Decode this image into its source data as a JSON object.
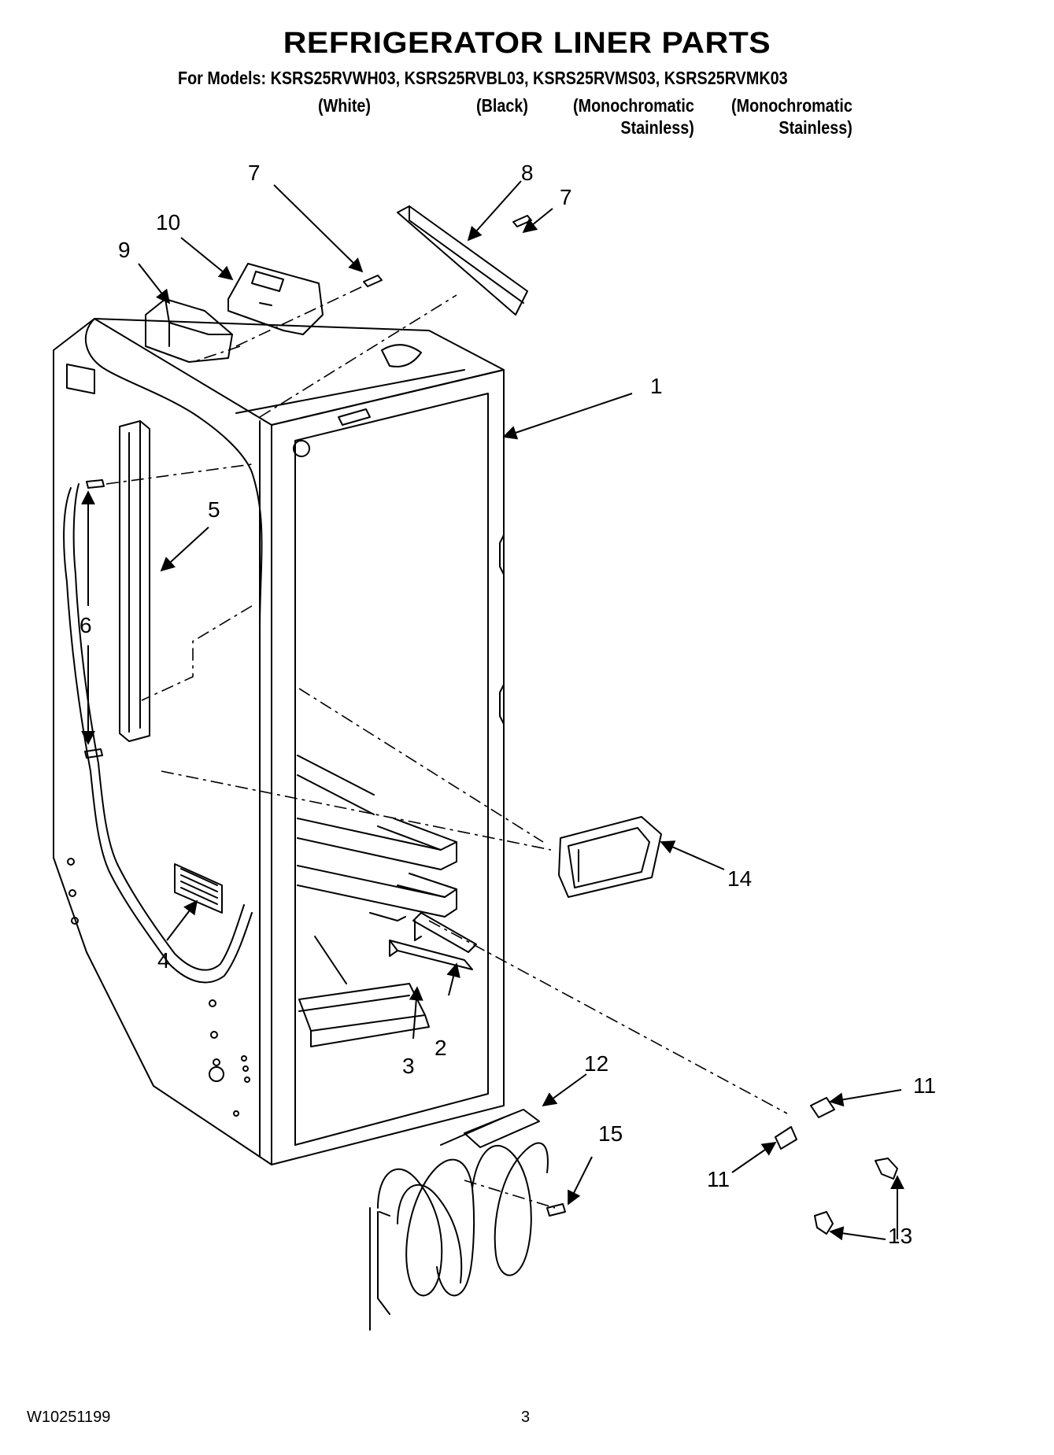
{
  "header": {
    "title": "REFRIGERATOR LINER PARTS",
    "models_line": "For Models: KSRS25RVWH03, KSRS25RVBL03, KSRS25RVMS03, KSRS25RVMK03",
    "variants": [
      {
        "line1": "(White)",
        "line2": ""
      },
      {
        "line1": "(Black)",
        "line2": ""
      },
      {
        "line1": "(Monochromatic",
        "line2": "Stainless)"
      },
      {
        "line1": "(Monochromatic",
        "line2": "Stainless)"
      }
    ]
  },
  "callouts": {
    "c1": "1",
    "c2": "2",
    "c3": "3",
    "c4": "4",
    "c5": "5",
    "c6": "6",
    "c7a": "7",
    "c7b": "7",
    "c8": "8",
    "c9": "9",
    "c10": "10",
    "c11a": "11",
    "c11b": "11",
    "c12": "12",
    "c13": "13",
    "c14": "14",
    "c15": "15"
  },
  "footer": {
    "doc_number": "W10251199",
    "page_number": "3"
  },
  "colors": {
    "ink": "#000000",
    "paper": "#ffffff"
  }
}
